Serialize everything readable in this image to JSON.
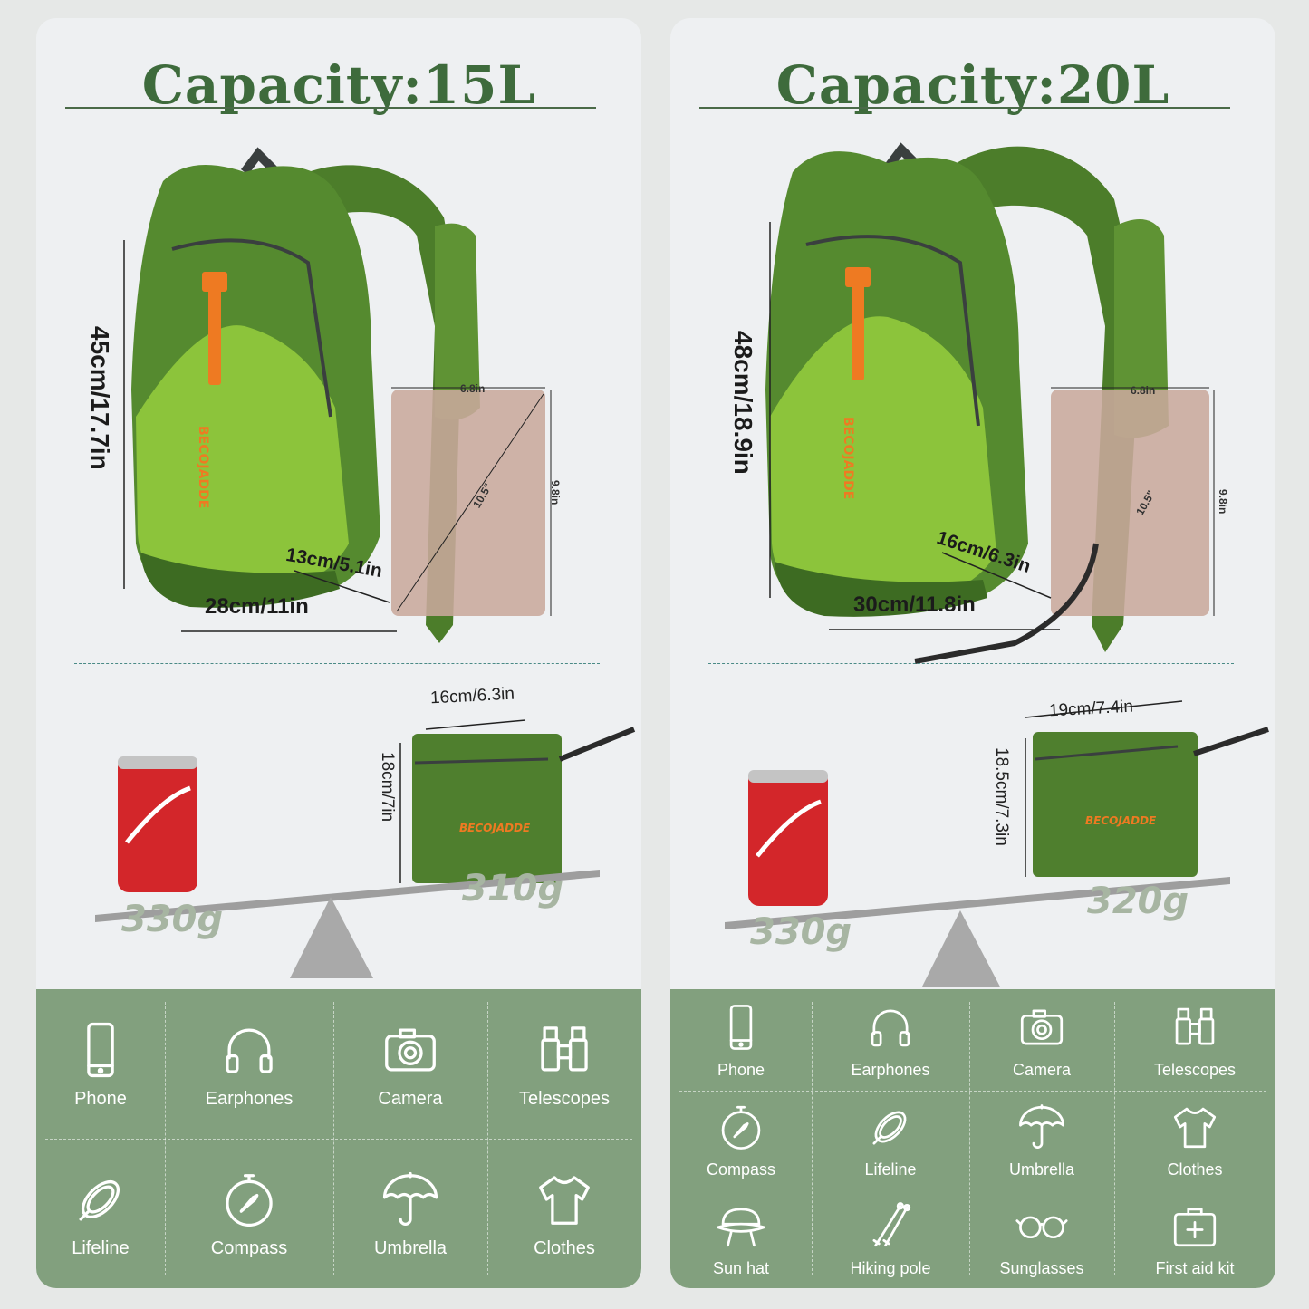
{
  "left": {
    "title": "Capacity:15L",
    "dims": {
      "height": "45cm/17.7in",
      "width": "28cm/11in",
      "depth": "13cm/5.1in"
    },
    "tablet": {
      "width": "6.8in",
      "height": "9.8in",
      "diagonal": "10.5\""
    },
    "packed": {
      "width": "16cm/6.3in",
      "height": "18cm/7in"
    },
    "weights": {
      "can": "330g",
      "pack": "310g"
    },
    "brand": "BECOJADDE",
    "items": [
      "Phone",
      "Earphones",
      "Camera",
      "Telescopes",
      "Lifeline",
      "Compass",
      "Umbrella",
      "Clothes"
    ],
    "icons": [
      "phone-icon",
      "earphones-icon",
      "camera-icon",
      "telescope-icon",
      "lifeline-icon",
      "compass-icon",
      "umbrella-icon",
      "clothes-icon"
    ]
  },
  "right": {
    "title": "Capacity:20L",
    "dims": {
      "height": "48cm/18.9in",
      "width": "30cm/11.8in",
      "depth": "16cm/6.3in"
    },
    "tablet": {
      "width": "6.8in",
      "height": "9.8in",
      "diagonal": "10.5\""
    },
    "packed": {
      "width": "19cm/7.4in",
      "height": "18.5cm/7.3in"
    },
    "weights": {
      "can": "330g",
      "pack": "320g"
    },
    "brand": "BECOJADDE",
    "items": [
      "Phone",
      "Earphones",
      "Camera",
      "Telescopes",
      "Compass",
      "Lifeline",
      "Umbrella",
      "Clothes",
      "Sun hat",
      "Hiking pole",
      "Sunglasses",
      "First aid kit"
    ],
    "icons": [
      "phone-icon",
      "earphones-icon",
      "camera-icon",
      "telescope-icon",
      "compass-icon",
      "lifeline-icon",
      "umbrella-icon",
      "clothes-icon",
      "sun-hat-icon",
      "hiking-pole-icon",
      "sunglasses-icon",
      "first-aid-kit-icon"
    ]
  },
  "colors": {
    "title": "#3e6b3c",
    "bag_dark": "#4f7f2e",
    "bag_light": "#8cc43b",
    "accent": "#ee7a22",
    "panel": "#82a07e",
    "can": "#d3262a"
  }
}
